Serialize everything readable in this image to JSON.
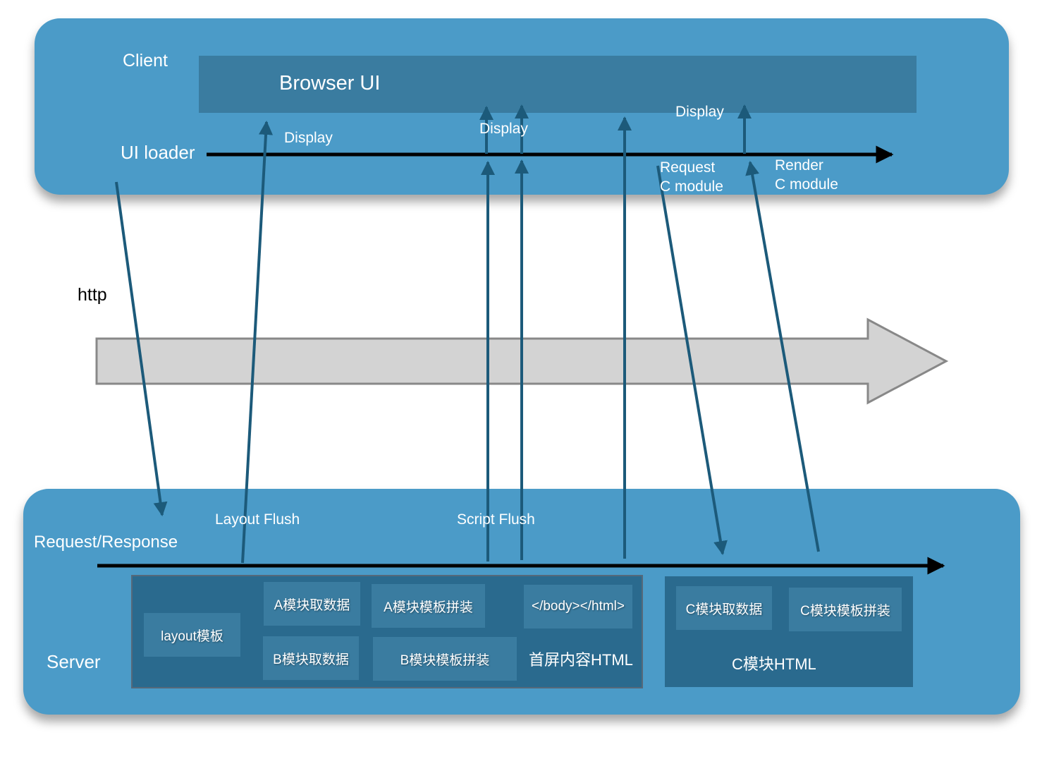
{
  "client": {
    "label": "Client",
    "browser_ui": "Browser UI",
    "ui_loader": "UI loader",
    "display_1": "Display",
    "display_2": "Display",
    "display_3": "Display",
    "request_c_1": "Request",
    "request_c_2": "C module",
    "render_c_1": "Render",
    "render_c_2": "C module"
  },
  "http_label": "http",
  "server": {
    "label": "Server",
    "request_response": "Request/Response",
    "layout_flush": "Layout Flush",
    "script_flush": "Script Flush",
    "boxes": {
      "layout": "layout模板",
      "a_fetch": "A模块取数据",
      "a_assemble": "A模块模板拼装",
      "body_html": "</body></html>",
      "b_fetch": "B模块取数据",
      "b_assemble": "B模块模板拼装",
      "first_screen": "首屏内容HTML",
      "c_fetch": "C模块取数据",
      "c_assemble": "C模块模板拼装",
      "c_html": "C模块HTML"
    }
  },
  "colors": {
    "panel": "#4b9bc8",
    "browser_ui": "#3a7ca0",
    "arrow": "#1c5a7a",
    "group": "#2a6a8e",
    "http_arrow": "#d3d3d3"
  }
}
